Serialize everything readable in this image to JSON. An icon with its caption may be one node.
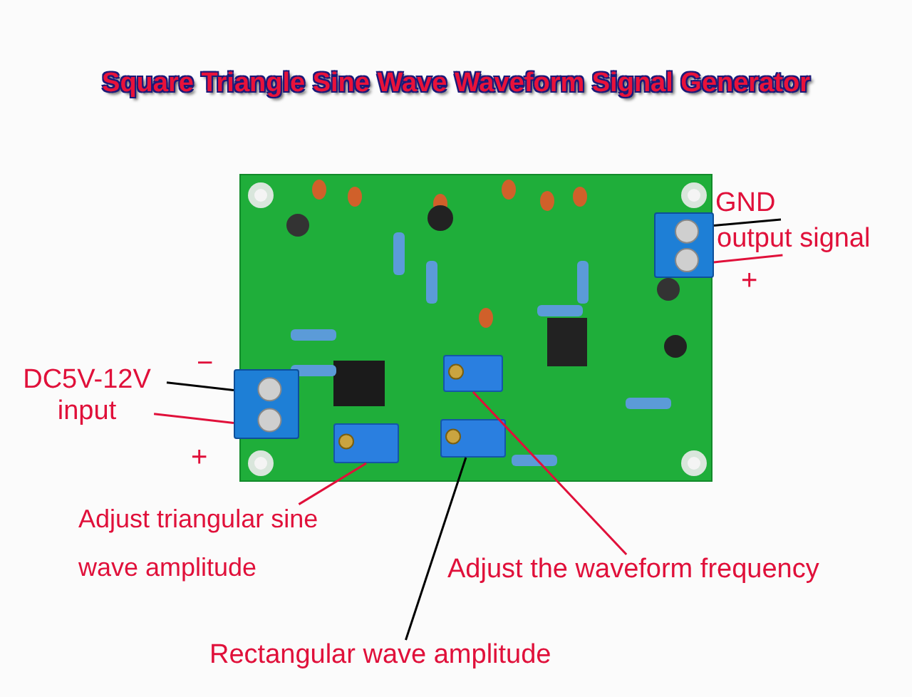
{
  "diagram": {
    "title": "Square Triangle Sine Wave Waveform Signal Generator",
    "nodes": [
      {
        "text": [],
        "shape": "picture"
      },
      {
        "text": [],
        "shape": "box",
        "in": 0
      },
      {
        "text": [],
        "shape": "box",
        "in": 0
      },
      {
        "text": [],
        "shape": "box",
        "in": 0
      },
      {
        "text": [],
        "shape": "box",
        "in": 0
      },
      {
        "text": [],
        "shape": "box",
        "in": 0
      },
      {
        "text": [
          "DC5V-12V input"
        ]
      },
      {
        "text": [
          "GND"
        ]
      },
      {
        "text": [
          "output signal"
        ]
      },
      {
        "text": [
          "Adjust triangular sine wave amplitude"
        ]
      },
      {
        "text": [
          "Adjust the waveform frequency"
        ]
      },
      {
        "text": [
          "Rectangular wave amplitude"
        ]
      }
    ],
    "edges": [
      {
        "from": 6,
        "to": 1,
        "arrow": "none",
        "color": "#000000"
      },
      {
        "from": 6,
        "to": 1,
        "arrow": "none"
      },
      {
        "from": 7,
        "to": 2,
        "arrow": "none",
        "color": "#000000"
      },
      {
        "from": 8,
        "to": 2,
        "arrow": "none"
      },
      {
        "from": 9,
        "to": 3,
        "arrow": "none"
      },
      {
        "from": 10,
        "to": 5,
        "arrow": "none"
      },
      {
        "from": 11,
        "to": 4,
        "arrow": "none",
        "color": "#000000"
      }
    ],
    "labels": [
      "−",
      "+",
      "+"
    ]
  }
}
